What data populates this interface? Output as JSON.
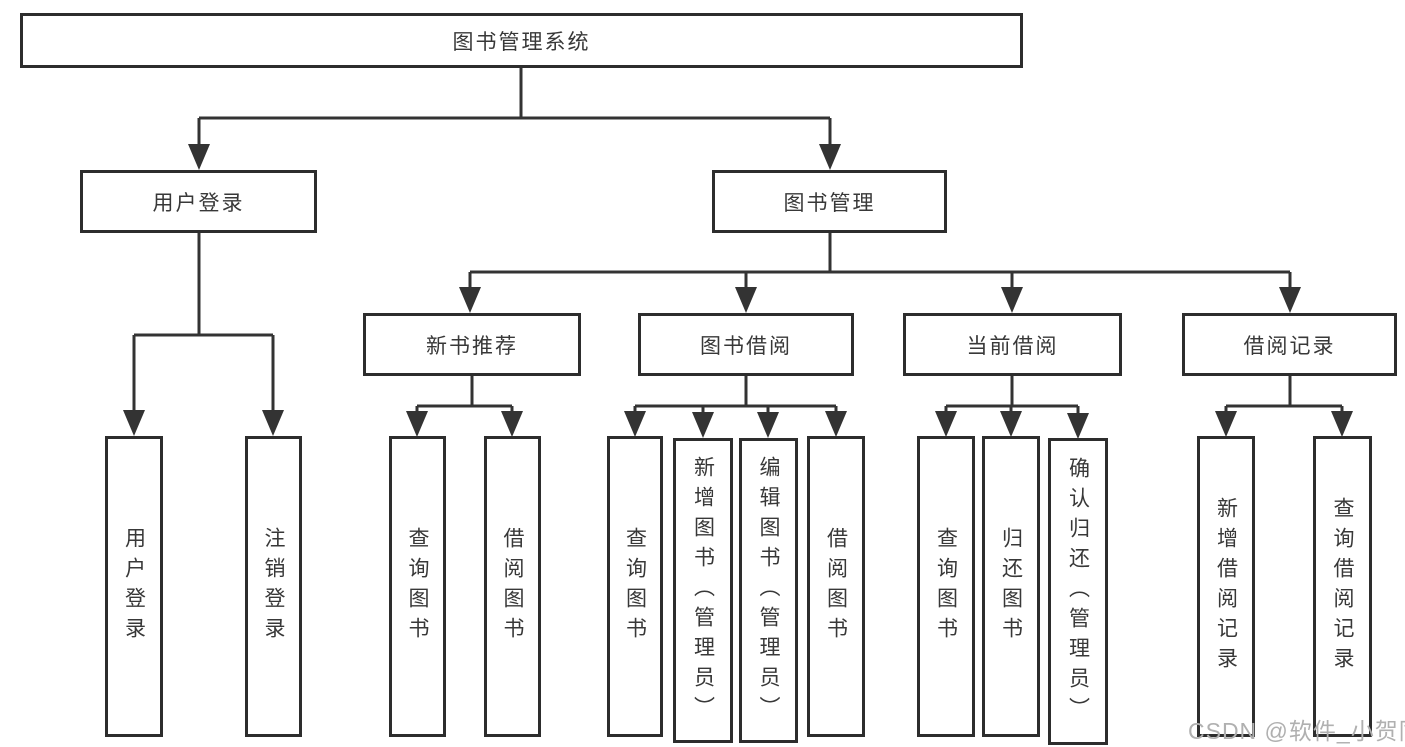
{
  "diagram": {
    "root": {
      "label": "图书管理系统"
    },
    "branches": [
      {
        "label": "用户登录",
        "children": [
          {
            "label": "用户登录"
          },
          {
            "label": "注销登录"
          }
        ]
      },
      {
        "label": "图书管理",
        "children": [
          {
            "label": "新书推荐",
            "children": [
              {
                "label": "查询图书"
              },
              {
                "label": "借阅图书"
              }
            ]
          },
          {
            "label": "图书借阅",
            "children": [
              {
                "label": "查询图书"
              },
              {
                "label": "新增图书（管理员）"
              },
              {
                "label": "编辑图书（管理员）"
              },
              {
                "label": "借阅图书"
              }
            ]
          },
          {
            "label": "当前借阅",
            "children": [
              {
                "label": "查询图书"
              },
              {
                "label": "归还图书"
              },
              {
                "label": "确认归还（管理员）"
              }
            ]
          },
          {
            "label": "借阅记录",
            "children": [
              {
                "label": "新增借阅记录"
              },
              {
                "label": "查询借阅记录"
              }
            ]
          }
        ]
      }
    ],
    "watermark": "CSDN @软件_小贺同学",
    "colors": {
      "line": "#333333",
      "box_border": "#2d2d2d",
      "label_text": "#383838",
      "watermark_text": "#b0b0b0",
      "background": "#ffffff"
    }
  }
}
